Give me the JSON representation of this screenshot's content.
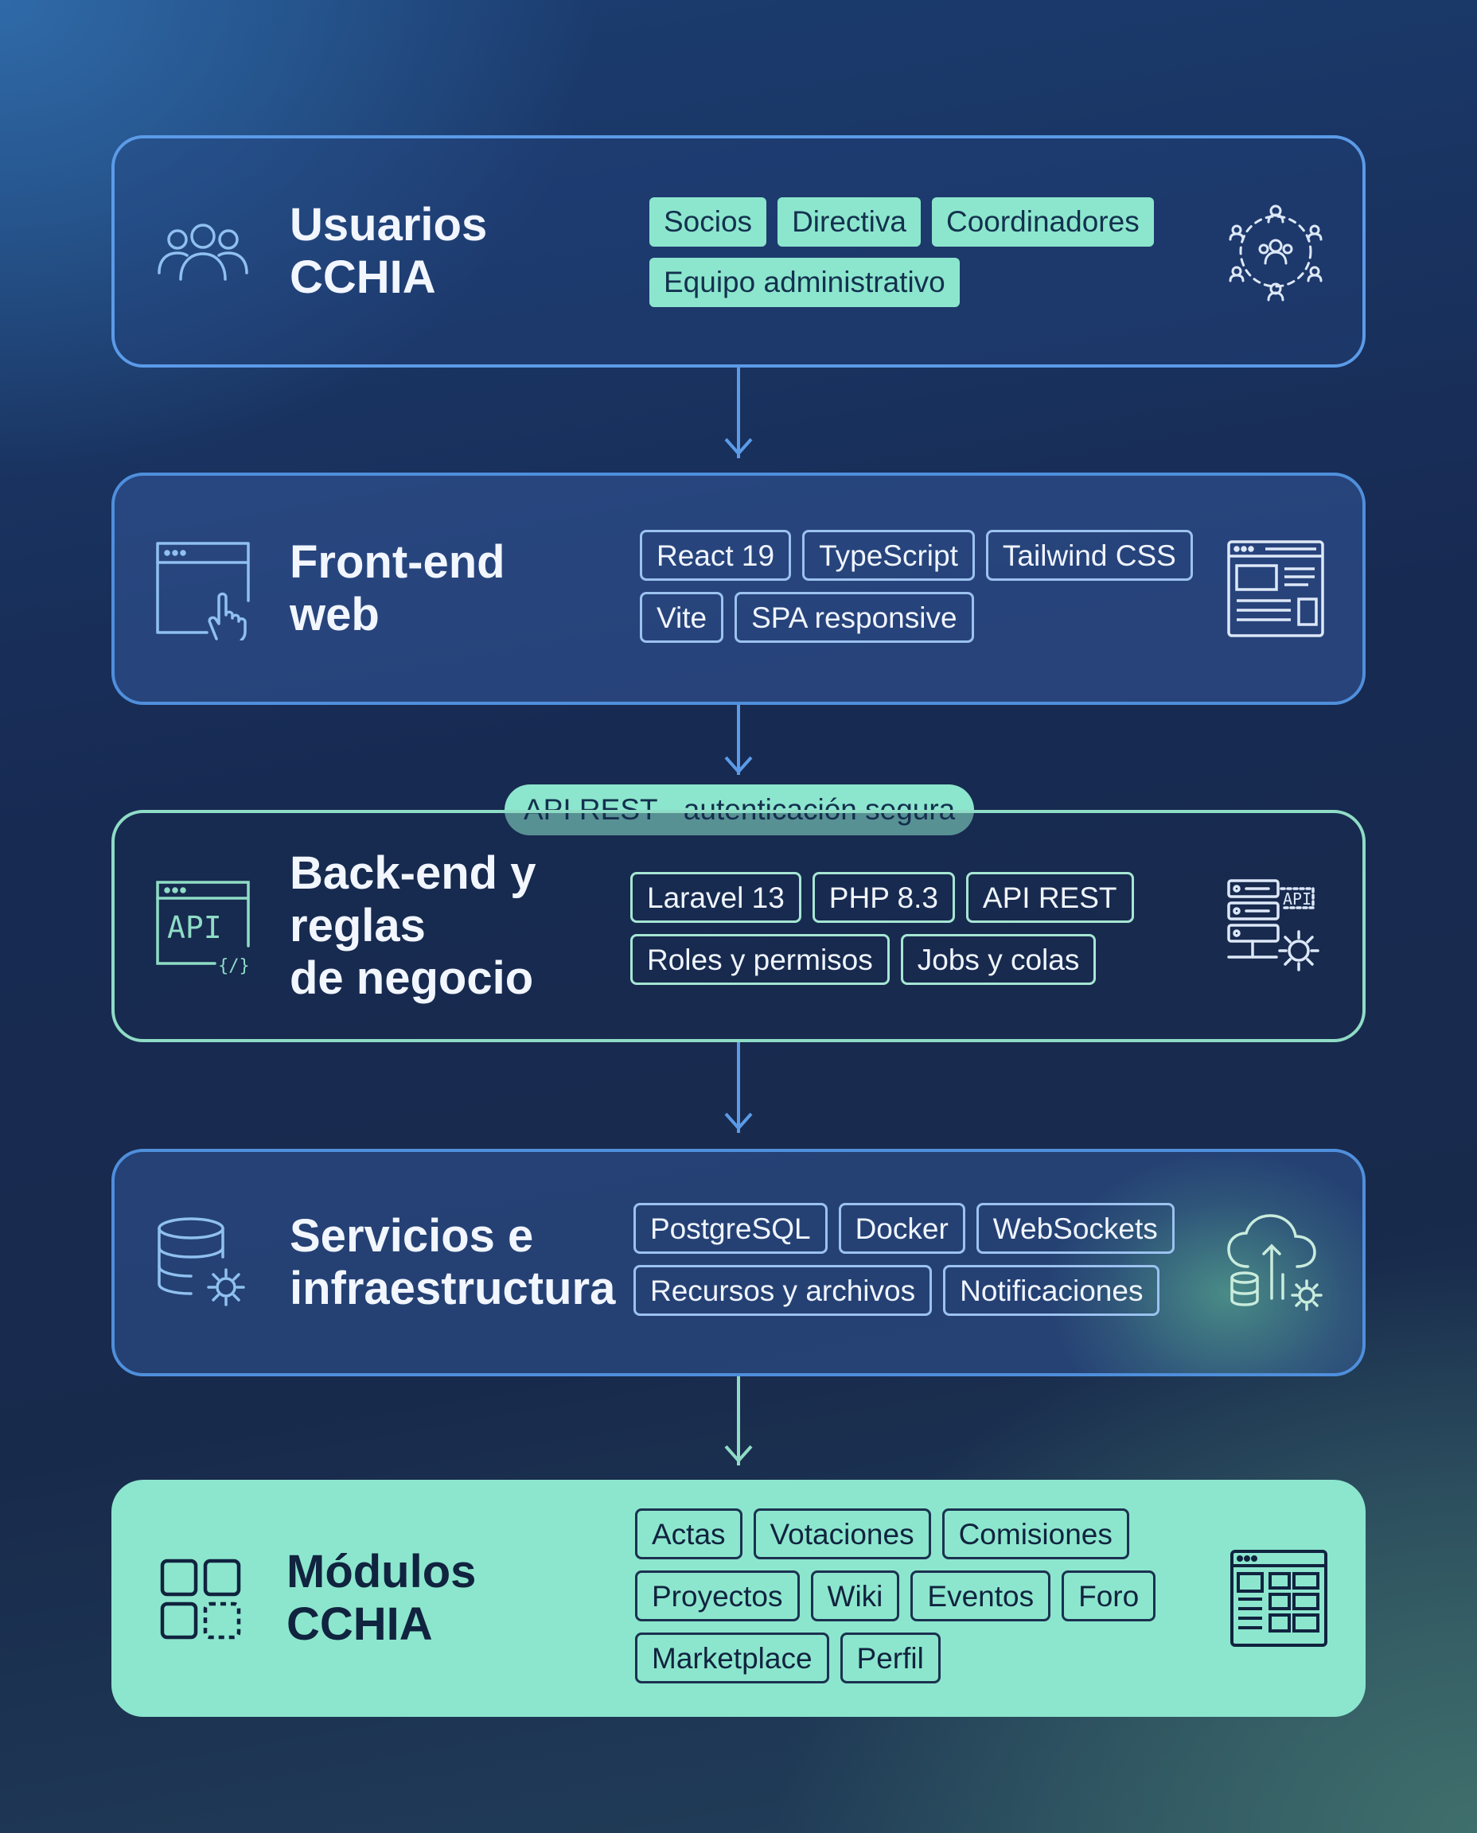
{
  "layers": [
    {
      "title": "Usuarios\nCCHIA",
      "left_icon": "users-group-icon",
      "right_icon": "community-network-icon",
      "tags": [
        [
          "Socios",
          "Directiva",
          "Coordinadores"
        ],
        [
          "Equipo administrativo"
        ]
      ]
    },
    {
      "title": "Front-end\nweb",
      "left_icon": "browser-click-icon",
      "right_icon": "web-layout-icon",
      "tags": [
        [
          "React 19",
          "TypeScript",
          "Tailwind CSS"
        ],
        [
          "Vite",
          "SPA responsive"
        ]
      ]
    },
    {
      "title": "Back-end y\nreglas\nde negocio",
      "left_icon": "api-code-icon",
      "right_icon": "server-api-gear-icon",
      "tags": [
        [
          "Laravel 13",
          "PHP 8.3",
          "API REST"
        ],
        [
          "Roles y permisos",
          "Jobs y colas"
        ]
      ]
    },
    {
      "title": "Servicios e\ninfraestructura",
      "left_icon": "database-gear-icon",
      "right_icon": "cloud-database-gear-icon",
      "tags": [
        [
          "PostgreSQL",
          "Docker",
          "WebSockets"
        ],
        [
          "Recursos y archivos",
          "Notificaciones"
        ]
      ]
    },
    {
      "title": "Módulos\nCCHIA",
      "left_icon": "modules-grid-icon",
      "right_icon": "dashboard-layout-icon",
      "tags": [
        [
          "Actas",
          "Votaciones",
          "Comisiones"
        ],
        [
          "Proyectos",
          "Wiki",
          "Eventos",
          "Foro"
        ],
        [
          "Marketplace",
          "Perfil"
        ]
      ]
    }
  ],
  "connector_label": "API REST · autenticación segura",
  "colors": {
    "accent_mint": "#8ce6cd",
    "line_blue": "#5b9be8",
    "line_mint": "#8fdcc6",
    "text_dark": "#10233f"
  }
}
